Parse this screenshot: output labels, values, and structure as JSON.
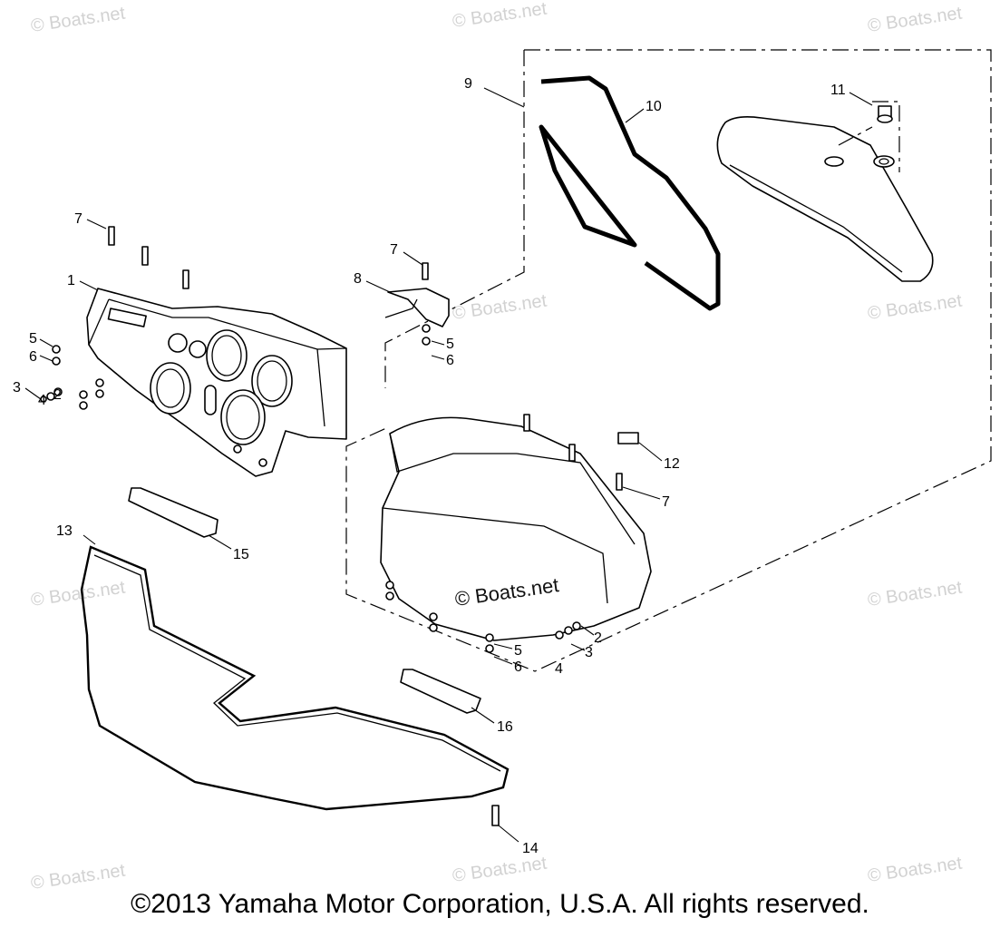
{
  "watermark": "© Boats.net",
  "center_watermark": "© Boats.net",
  "copyright": "©2013 Yamaha Motor Corporation, U.S.A. All rights reserved.",
  "callouts": {
    "c1": "1",
    "c2a": "2",
    "c2b": "2",
    "c3a": "3",
    "c3b": "3",
    "c4a": "4",
    "c4b": "4",
    "c5a": "5",
    "c5b": "5",
    "c5c": "5",
    "c6a": "6",
    "c6b": "6",
    "c6c": "6",
    "c7a": "7",
    "c7b": "7",
    "c7c": "7",
    "c8": "8",
    "c9": "9",
    "c10": "10",
    "c11": "11",
    "c12": "12",
    "c13": "13",
    "c14": "14",
    "c15": "15",
    "c16": "16"
  }
}
